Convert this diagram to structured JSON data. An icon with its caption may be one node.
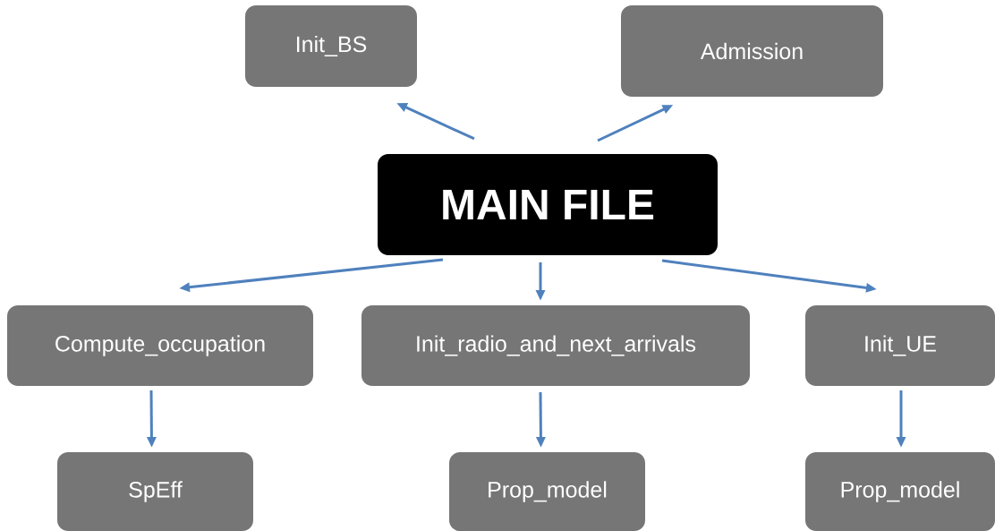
{
  "diagram": {
    "nodes": [
      {
        "text": [
          "MAIN FILE"
        ]
      },
      {
        "text": [
          "Init_BS"
        ]
      },
      {
        "text": [
          "Admission"
        ]
      },
      {
        "text": [
          "Compute_occupation"
        ]
      },
      {
        "text": [
          "Init_radio_and_next_arrivals"
        ]
      },
      {
        "text": [
          "Init_UE"
        ]
      },
      {
        "text": [
          "SpEff"
        ]
      },
      {
        "text": [
          "Prop_model"
        ]
      },
      {
        "text": [
          "Prop_model"
        ]
      }
    ],
    "edges": [
      {
        "from": 0,
        "to": 1,
        "arrow": "to"
      },
      {
        "from": 0,
        "to": 2,
        "arrow": "to"
      },
      {
        "from": 0,
        "to": 3,
        "arrow": "to"
      },
      {
        "from": 0,
        "to": 4,
        "arrow": "to"
      },
      {
        "from": 0,
        "to": 5,
        "arrow": "to"
      },
      {
        "from": 3,
        "to": 6,
        "arrow": "to"
      },
      {
        "from": 4,
        "to": 7,
        "arrow": "to"
      },
      {
        "from": 5,
        "to": 8,
        "arrow": "to"
      }
    ]
  }
}
